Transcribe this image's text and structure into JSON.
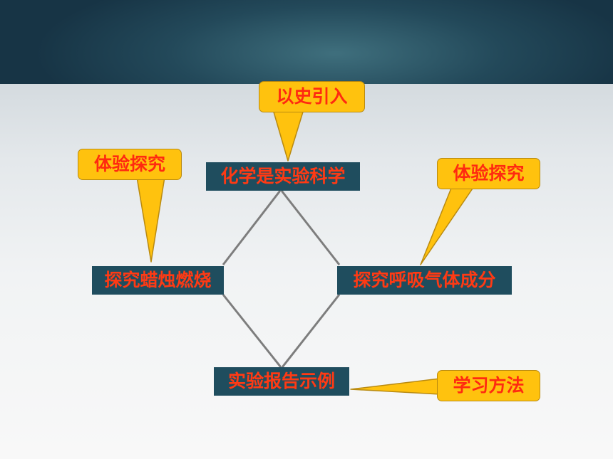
{
  "nodes": {
    "top": "化学是实验科学",
    "left": "探究蜡烛燃烧",
    "right": "探究呼吸气体成分",
    "bottom": "实验报告示例"
  },
  "callouts": {
    "top": "以史引入",
    "left": "体验探究",
    "right": "体验探究",
    "bottom": "学习方法"
  },
  "colors": {
    "node_fill": "#1f4d5e",
    "node_text": "#ff3a14",
    "callout_fill": "#ffc20e",
    "callout_text": "#ff2a10",
    "connector": "#7d7d7d",
    "header": "#1c3d4e"
  }
}
